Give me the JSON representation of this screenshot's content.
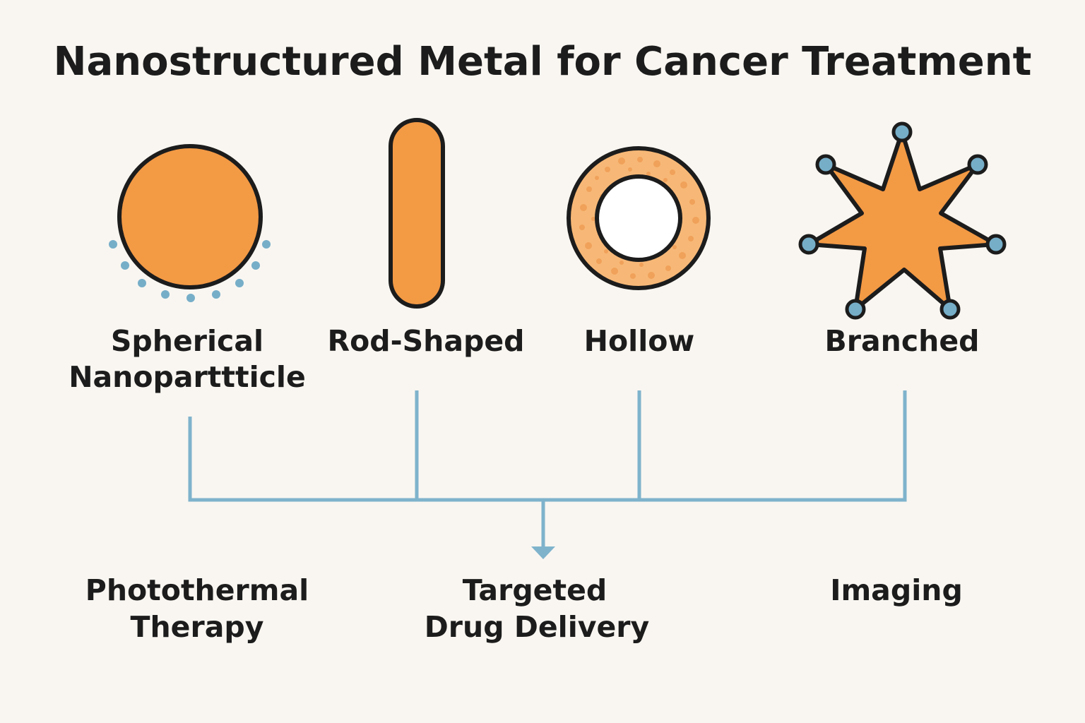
{
  "title": "Nanostructured Metal for Cancer Treatment",
  "shapes": [
    {
      "line1": "Spherical",
      "line2": "Nanoparttticle",
      "icon": "sphere-icon"
    },
    {
      "line1": "Rod-Shaped",
      "icon": "rod-icon"
    },
    {
      "line1": "Hollow",
      "icon": "hollow-ring-icon"
    },
    {
      "line1": "Branched",
      "icon": "branched-star-icon"
    }
  ],
  "applications": [
    {
      "line1": "Photothermal",
      "line2": "Therapy"
    },
    {
      "line1": "Targeted",
      "line2": "Drug Delivery"
    },
    {
      "line1": "Imaging"
    }
  ],
  "colors": {
    "background": "#f9f6f1",
    "metal_orange": "#f39a45",
    "outline": "#1c1c1c",
    "connector_blue": "#7fb3cc",
    "dot_blue": "#76aec8",
    "hollow_fill": "#f7b877",
    "hollow_pore": "#f0a15a"
  }
}
